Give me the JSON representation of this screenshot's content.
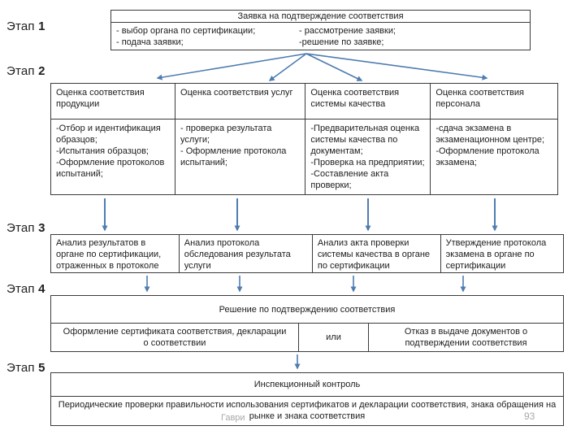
{
  "slide": {
    "stages": [
      {
        "word": "Этап",
        "num": "1"
      },
      {
        "word": "Этап",
        "num": "2"
      },
      {
        "word": "Этап",
        "num": "3"
      },
      {
        "word": "Этап",
        "num": "4"
      },
      {
        "word": "Этап",
        "num": "5"
      }
    ],
    "application": {
      "title": "Заявка на подтверждение соответствия",
      "left_items": "- выбор органа по сертификации;\n- подача заявки;",
      "right_items": "- рассмотрение заявки;\n-решение по заявке;"
    },
    "assessment_table": {
      "columns": [
        {
          "header": "Оценка соответствия продукции",
          "body": "-Отбор и идентификация образцов;\n-Испытания образцов;\n-Оформление протоколов испытаний;"
        },
        {
          "header": "Оценка соответствия услуг",
          "body": "- проверка результата услуги;\n- Оформление протокола испытаний;"
        },
        {
          "header": "Оценка соответствия системы качества",
          "body": "-Предварительная оценка системы качества по документам;\n-Проверка на предприятии;\n-Составление акта проверки;"
        },
        {
          "header": "Оценка соответствия персонала",
          "body": "-сдача экзамена в экзаменационном центре;\n-Оформление протокола экзамена;"
        }
      ]
    },
    "analysis_row": {
      "cells": [
        "Анализ результатов в органе по сертификации, отраженных в протоколе",
        "Анализ протокола обследования результата услуги",
        "Анализ акта проверки системы качества в органе по сертификации",
        "Утверждение протокола экзамена в органе по сертификации"
      ]
    },
    "decision": {
      "title": "Решение по подтверждению соответствия",
      "issue": "Оформление сертификата соответствия, декларации о соответствии",
      "or": "или",
      "refuse": "Отказ в выдаче документов о подтверждении соответствия"
    },
    "inspection": {
      "title": "Инспекционный контроль",
      "body": "Периодические проверки правильности использования сертификатов и декларации соответствия, знака обращения на рынке и знака соответствия"
    },
    "footer": {
      "author_fragment": "Гаври",
      "page_number": "93"
    }
  },
  "colors": {
    "arrow": "#4f7cb0",
    "border": "#3b3b3b",
    "text": "#1c1c1c",
    "muted": "#a8a8a8"
  }
}
